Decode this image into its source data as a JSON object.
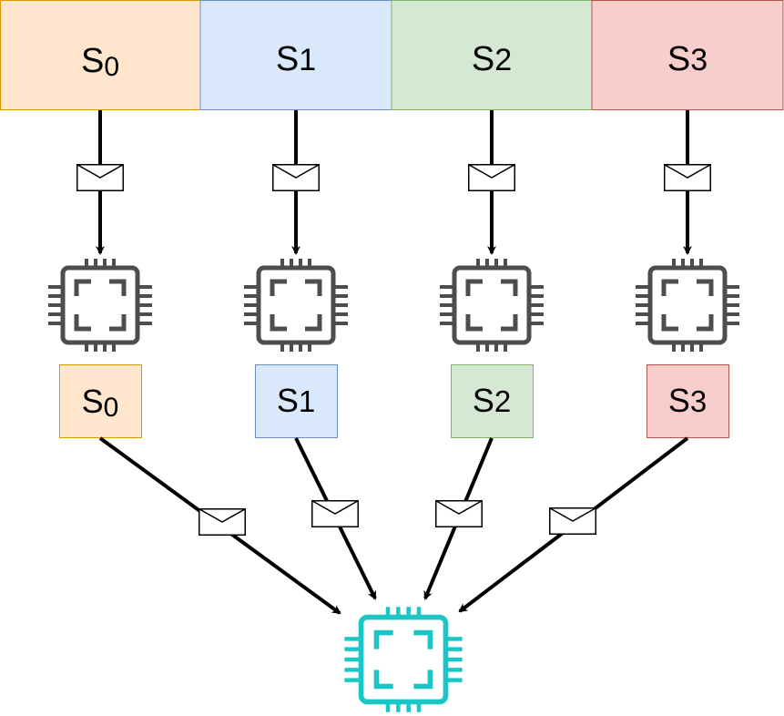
{
  "colors": {
    "segment_fills": [
      "#ffe6cc",
      "#dae8fc",
      "#d5e8d4",
      "#f8cecc"
    ],
    "segment_strokes": [
      "#d79b00",
      "#6c8ebf",
      "#82b366",
      "#b85450"
    ],
    "worker_chip": "#4d4d4d",
    "aggregator_chip": "#1ac6c6",
    "arrow": "#000000"
  },
  "icons": {
    "message": "envelope-icon",
    "worker": "cpu-chip-icon",
    "aggregator": "cpu-chip-icon"
  },
  "segments": [
    {
      "base": "S",
      "sub": "0"
    },
    {
      "base": "S",
      "sub": "1"
    },
    {
      "base": "S",
      "sub": "2"
    },
    {
      "base": "S",
      "sub": "3"
    }
  ],
  "results": [
    {
      "base": "S",
      "sub": "0"
    },
    {
      "base": "S",
      "sub": "1"
    },
    {
      "base": "S",
      "sub": "2"
    },
    {
      "base": "S",
      "sub": "3"
    }
  ]
}
